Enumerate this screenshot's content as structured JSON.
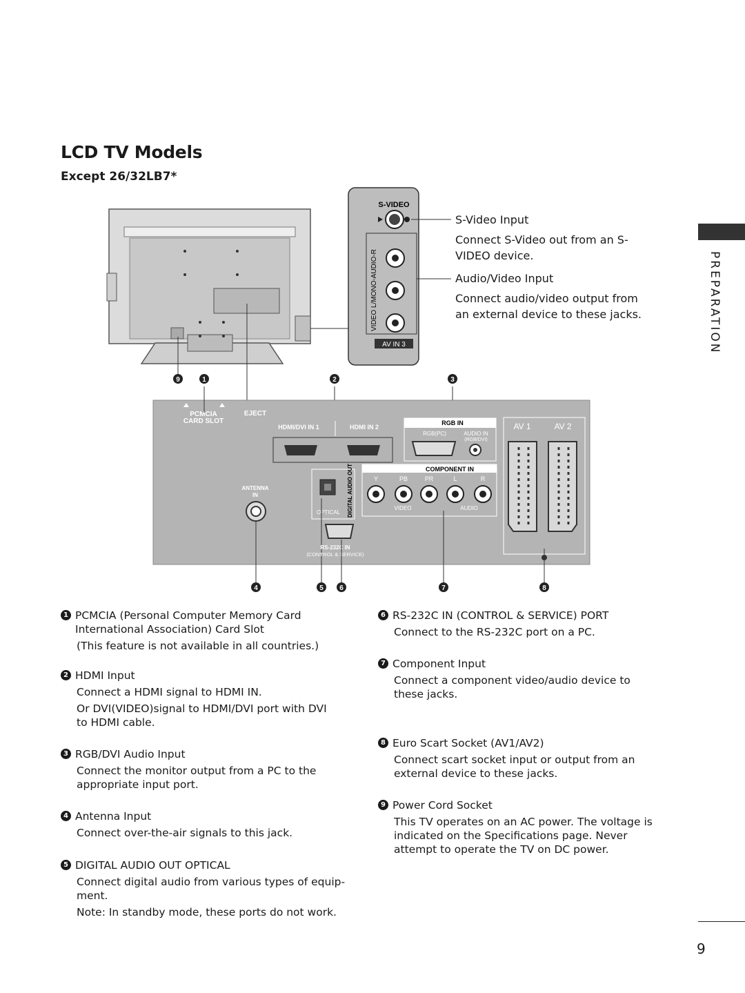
{
  "title": "LCD TV Models",
  "subtitle": "Except 26/32LB7*",
  "side_label": "PREPARATION",
  "page_number": "9",
  "annotations": {
    "svideo_title": "S-Video Input",
    "svideo_body": "Connect S-Video out from an S-\nVIDEO device.",
    "av_title": "Audio/Video Input",
    "av_body": "Connect audio/video output from\nan external device to these jacks."
  },
  "panel_labels": {
    "s_video": "S-VIDEO",
    "av_in3": "AV IN 3",
    "video_lmono_audio_r": "VIDEO L/MONO-AUDIO-R",
    "pcmcia": "PCMCIA",
    "card_slot": "CARD SLOT",
    "eject": "EJECT",
    "hdmi_dvi_in1": "HDMI/DVI IN 1",
    "hdmi_in2": "HDMI IN 2",
    "rgb_in": "RGB IN",
    "rgb_pc": "RGB(PC)",
    "audio_in": "AUDIO IN",
    "rgb_dvi": "(RGB/DVI)",
    "av1": "AV 1",
    "av2": "AV 2",
    "component_in": "COMPONENT IN",
    "comp_y": "Y",
    "comp_pb": "PB",
    "comp_pr": "PR",
    "comp_l": "L",
    "comp_r": "R",
    "video": "VIDEO",
    "audio": "AUDIO",
    "antenna": "ANTENNA",
    "in": "IN",
    "optical": "OPTICAL",
    "digital_audio_out": "DIGITAL AUDIO OUT",
    "rs232c_in": "RS-232C IN",
    "control_service": "(CONTROL & SERVICE)"
  },
  "callouts": [
    "9",
    "1",
    "2",
    "3",
    "4",
    "5",
    "6",
    "7",
    "8"
  ],
  "items_left": [
    {
      "num": "1",
      "head": "PCMCIA (Personal Computer Memory Card\nInternational Association) Card Slot",
      "body": "(This feature is not available in all countries.)",
      "body2": ""
    },
    {
      "num": "2",
      "head": "HDMI Input",
      "body": "Connect a HDMI signal to HDMI IN.",
      "body2": "Or DVI(VIDEO)signal to HDMI/DVI port with DVI\nto HDMI cable."
    },
    {
      "num": "3",
      "head": "RGB/DVI Audio Input",
      "body": "Connect the monitor output from a PC to the\nappropriate input port.",
      "body2": ""
    },
    {
      "num": "4",
      "head": "Antenna Input",
      "body": "Connect over-the-air signals to this jack.",
      "body2": ""
    },
    {
      "num": "5",
      "head": "DIGITAL AUDIO OUT OPTICAL",
      "body": "Connect digital audio from various types of equip-\nment.",
      "body2": "Note: In standby mode, these ports do not work."
    }
  ],
  "items_right": [
    {
      "num": "6",
      "head": "RS-232C IN (CONTROL & SERVICE) PORT",
      "body": "Connect to the RS-232C port on a PC.",
      "body2": ""
    },
    {
      "num": "7",
      "head": "Component Input",
      "body": "Connect a component video/audio device to\nthese jacks.",
      "body2": ""
    },
    {
      "num": "8",
      "head": "Euro Scart Socket (AV1/AV2)",
      "body": "Connect scart socket input or output from an\nexternal device to these jacks.",
      "body2": ""
    },
    {
      "num": "9",
      "head": "Power Cord Socket",
      "body": "This TV operates on an AC power. The voltage is\nindicated on the Specifications page. Never\nattempt to operate the TV on DC power.",
      "body2": ""
    }
  ]
}
